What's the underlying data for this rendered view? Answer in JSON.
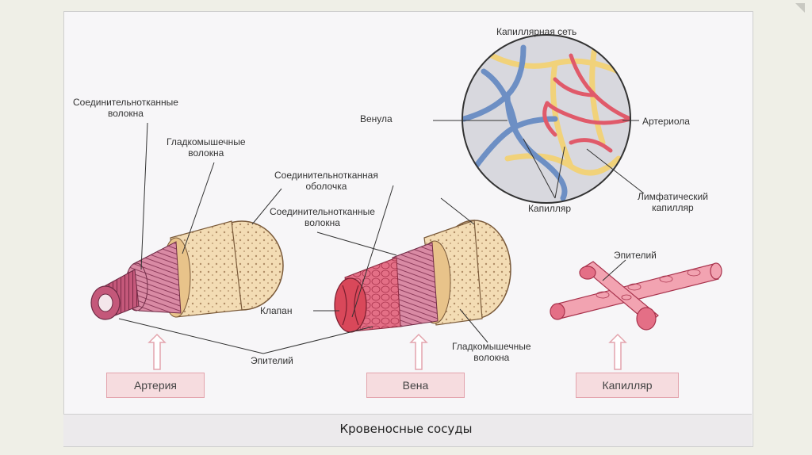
{
  "caption": "Кровеносные сосуды",
  "capillary_network": {
    "title": "Капиллярная сеть",
    "venule": "Венула",
    "arteriole": "Артериола",
    "capillary": "Капилляр",
    "lymph_capillary_line1": "Лимфатический",
    "lymph_capillary_line2": "капилляр"
  },
  "artery_labels": {
    "connective_fibers_line1": "Соединительнотканные",
    "connective_fibers_line2": "волокна",
    "smooth_muscle_line1": "Гладкомышечные",
    "smooth_muscle_line2": "волокна"
  },
  "vein_labels": {
    "connective_sheath_line1": "Соединительнотканная",
    "connective_sheath_line2": "оболочка",
    "connective_fibers_line1": "Соединительнотканные",
    "connective_fibers_line2": "волокна",
    "valve": "Клапан",
    "smooth_muscle_line1": "Гладкомышечные",
    "smooth_muscle_line2": "волокна"
  },
  "epithelium": "Эпителий",
  "capillary_epithelium": "Эпителий",
  "tags": {
    "artery": "Артерия",
    "vein": "Вена",
    "capillary": "Капилляр"
  },
  "colors": {
    "artery_red": "#d9485a",
    "vein_blue": "#6d8fc4",
    "lymph_yellow": "#f1d27a",
    "sheath_beige": "#f3dcb4",
    "muscle_pink": "#c9708f",
    "tag_fill": "#f6dcdf"
  }
}
